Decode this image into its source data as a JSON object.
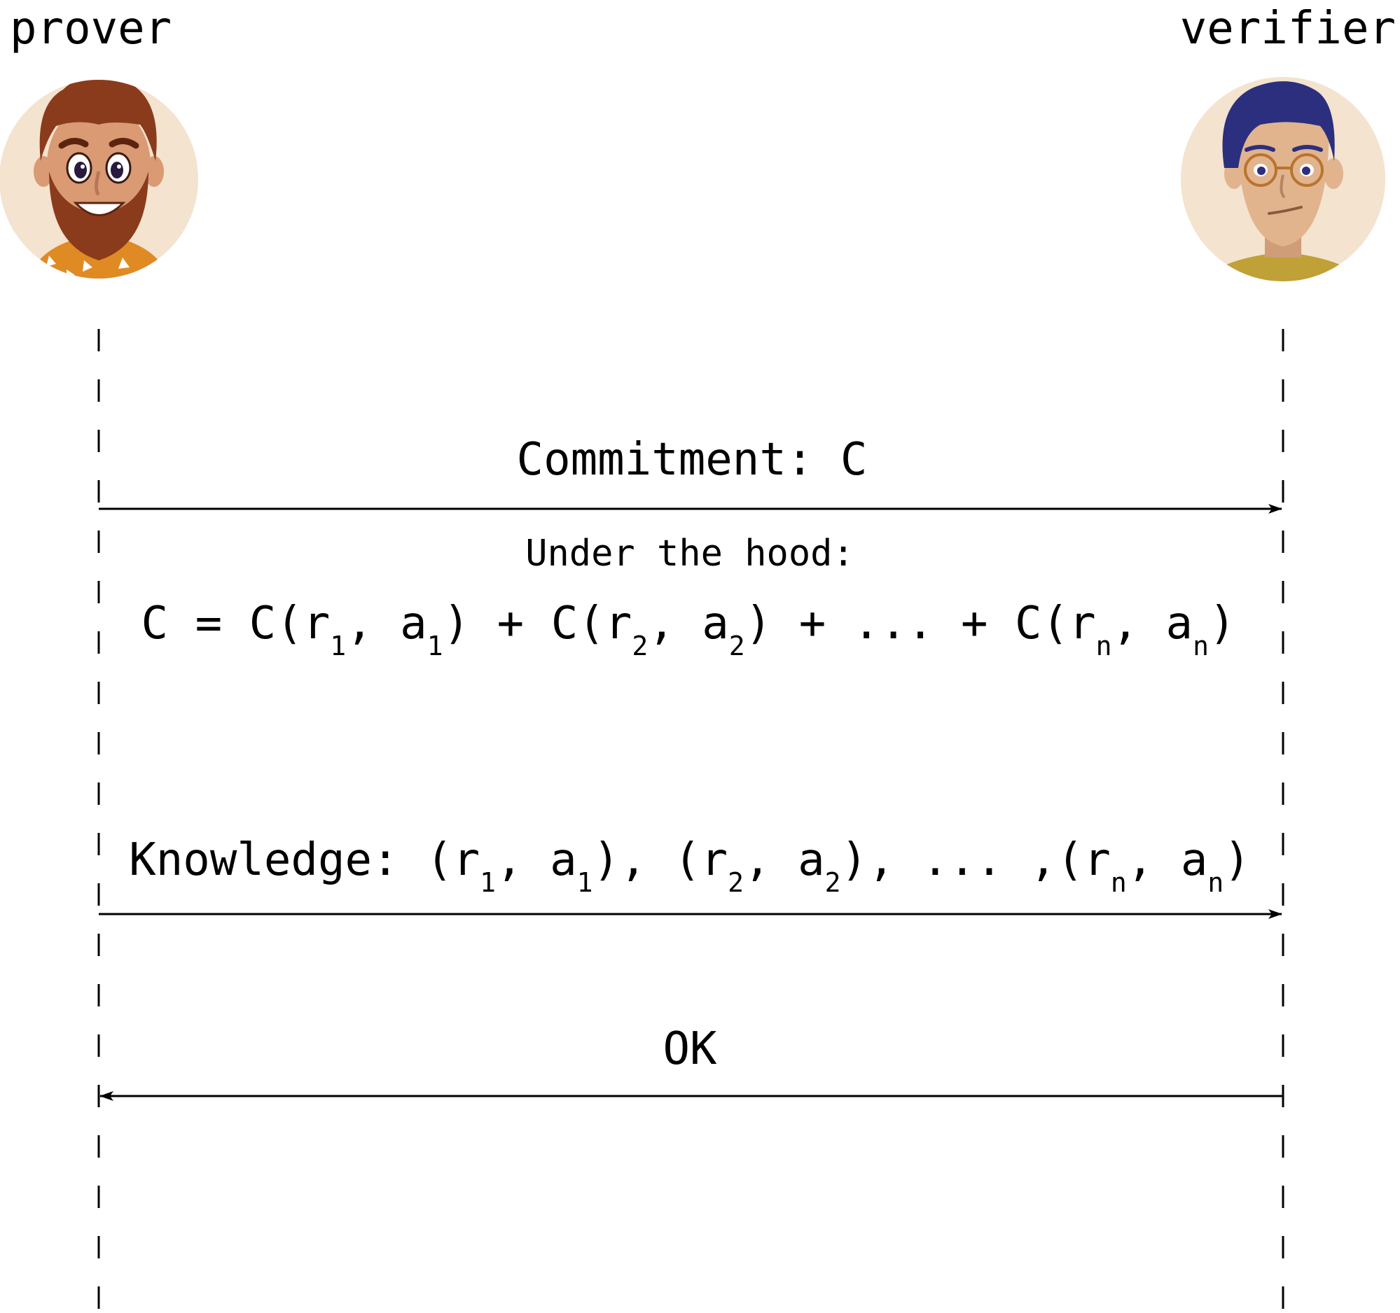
{
  "actors": {
    "prover": {
      "label": "prover",
      "avatar_icon": "bearded-man-avatar-icon"
    },
    "verifier": {
      "label": "verifier",
      "avatar_icon": "man-with-glasses-avatar-icon"
    }
  },
  "messages": {
    "commitment": {
      "label": "Commitment: C",
      "direction": "prover-to-verifier",
      "note_title": "Under the hood:",
      "note_formula": {
        "lhs": "C = ",
        "terms": [
          {
            "r": "r",
            "r_sub": "1",
            "a": "a",
            "a_sub": "1"
          },
          {
            "r": "r",
            "r_sub": "2",
            "a": "a",
            "a_sub": "2"
          },
          {
            "r": "r",
            "r_sub": "n",
            "a": "a",
            "a_sub": "n"
          }
        ],
        "ellipsis": "..."
      }
    },
    "knowledge": {
      "label_prefix": "Knowledge: ",
      "direction": "prover-to-verifier",
      "pairs": [
        {
          "r": "r",
          "r_sub": "1",
          "a": "a",
          "a_sub": "1"
        },
        {
          "r": "r",
          "r_sub": "2",
          "a": "a",
          "a_sub": "2"
        },
        {
          "r": "r",
          "r_sub": "n",
          "a": "a",
          "a_sub": "n"
        }
      ],
      "ellipsis": "..."
    },
    "ok": {
      "label": "OK",
      "direction": "verifier-to-prover"
    }
  },
  "colors": {
    "avatar_bg": "#f3e3cf",
    "prover_hair": "#8a3b1c",
    "prover_skin": "#d99a74",
    "prover_shirt": "#e08a24",
    "verifier_hair": "#2c2f7e",
    "verifier_skin": "#e2b48e",
    "verifier_shirt": "#c0a137",
    "line": "#000000"
  }
}
